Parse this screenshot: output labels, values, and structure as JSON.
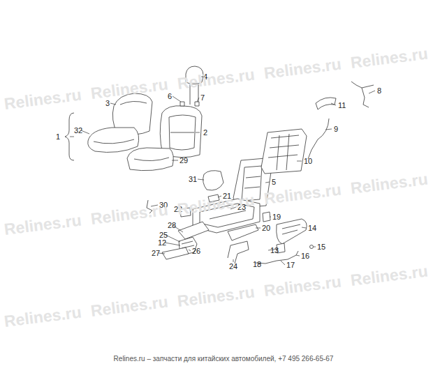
{
  "diagram": {
    "labels": [
      "1",
      "2",
      "3",
      "4",
      "5",
      "6",
      "7",
      "8",
      "9",
      "10",
      "11",
      "12",
      "13",
      "14",
      "15",
      "16",
      "17",
      "18",
      "19",
      "20",
      "21",
      "22",
      "23",
      "24",
      "25",
      "26",
      "27",
      "28",
      "29",
      "30",
      "31",
      "32",
      "Relines.ru",
      "Relines.ru",
      "Relines.ru",
      "Relines.ru",
      "Relines.ru",
      "Relines.ru",
      "Relines.ru",
      "Relines.ru",
      "Relines.ru",
      "Relines.ru",
      "Relines.ru",
      "Relines.ru",
      "Relines.ru",
      "Relines.ru",
      "Relines.ru",
      "Relines.ru – запчасти для китайских автомобилей, +7 495 266-65-67"
    ]
  }
}
